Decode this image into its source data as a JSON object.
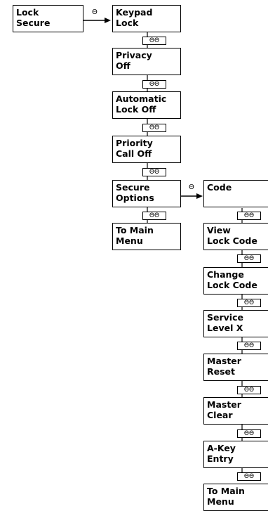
{
  "main_menu": {
    "box": {
      "line1": "Lock",
      "line2": "Secure"
    },
    "arrow_symbol": "Θ"
  },
  "lock_menu": {
    "items": [
      {
        "line1": "Keypad",
        "line2": "Lock"
      },
      {
        "line1": "Privacy",
        "line2": "Off"
      },
      {
        "line1": "Automatic",
        "line2": "Lock Off"
      },
      {
        "line1": "Priority",
        "line2": "Call Off"
      },
      {
        "line1": "Secure",
        "line2": "Options"
      },
      {
        "line1": "To Main",
        "line2": "Menu"
      }
    ],
    "scroll_symbol": "ΘΘ",
    "arrow_symbol": "Θ"
  },
  "secure_options": {
    "items": [
      {
        "line1": "Code",
        "line2": ""
      },
      {
        "line1": "View",
        "line2": "Lock Code"
      },
      {
        "line1": "Change",
        "line2": "Lock Code"
      },
      {
        "line1": "Service",
        "line2": "Level X"
      },
      {
        "line1": "Master",
        "line2": "Reset"
      },
      {
        "line1": "Master",
        "line2": "Clear"
      },
      {
        "line1": "A-Key",
        "line2": "Entry"
      },
      {
        "line1": "To Main",
        "line2": "Menu"
      }
    ],
    "scroll_symbol": "ΘΘ"
  }
}
